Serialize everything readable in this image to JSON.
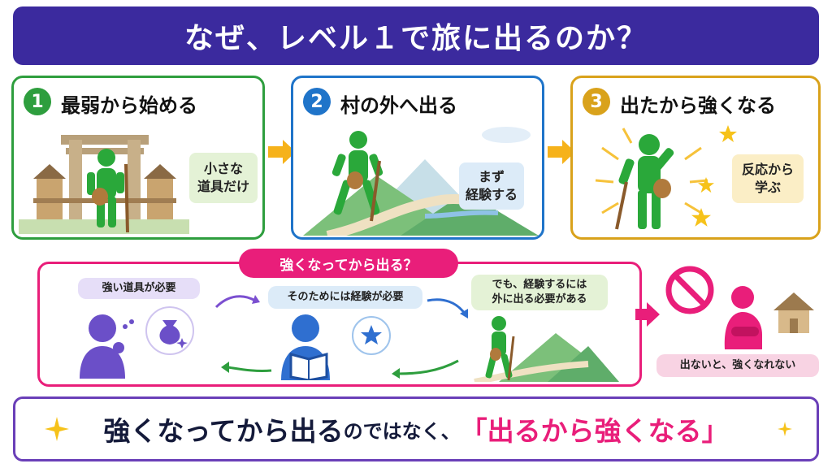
{
  "title": "なぜ、レベル１で旅に出るのか？",
  "steps": [
    {
      "number": "1",
      "title": "最弱から始める",
      "note": "小さな\n道具だけ",
      "color": "#2e9e3e"
    },
    {
      "number": "2",
      "title": "村の外へ出る",
      "note": "まず\n経験する",
      "color": "#1f74c9"
    },
    {
      "number": "3",
      "title": "出たから強くなる",
      "note": "反応から\n学ぶ",
      "color": "#d9a21b"
    }
  ],
  "cycle": {
    "label": "強くなってから出る？",
    "need_tool": "強い道具が必要",
    "need_experience": "そのためには経験が必要",
    "need_go_out": "でも、経験するには\n外に出る必要がある",
    "result": "出ないと、強くなれない"
  },
  "conclusion": {
    "part1": "強くなってから出る",
    "part2": "のではなく、",
    "part3": "「出るから強くなる」"
  },
  "colors": {
    "title_bg": "#3b2a9e",
    "step1": "#2e9e3e",
    "step2": "#1f74c9",
    "step3": "#d9a21b",
    "accent_pink": "#e91e7a",
    "figure_green": "#2aa83a",
    "figure_purple": "#6b4fc8",
    "figure_blue": "#2f6fd0",
    "figure_pink": "#e91e7a",
    "arrow_orange": "#f6b21a",
    "bottom_border": "#6a3fb8"
  },
  "icons": [
    "gate-icon",
    "hiker-icon",
    "celebrating-hiker-icon",
    "star-icon",
    "thinking-person-icon",
    "money-bag-icon",
    "reading-person-icon",
    "no-entry-icon",
    "sitting-person-icon",
    "house-icon",
    "sparkle-icon",
    "arrow-right-icon"
  ]
}
